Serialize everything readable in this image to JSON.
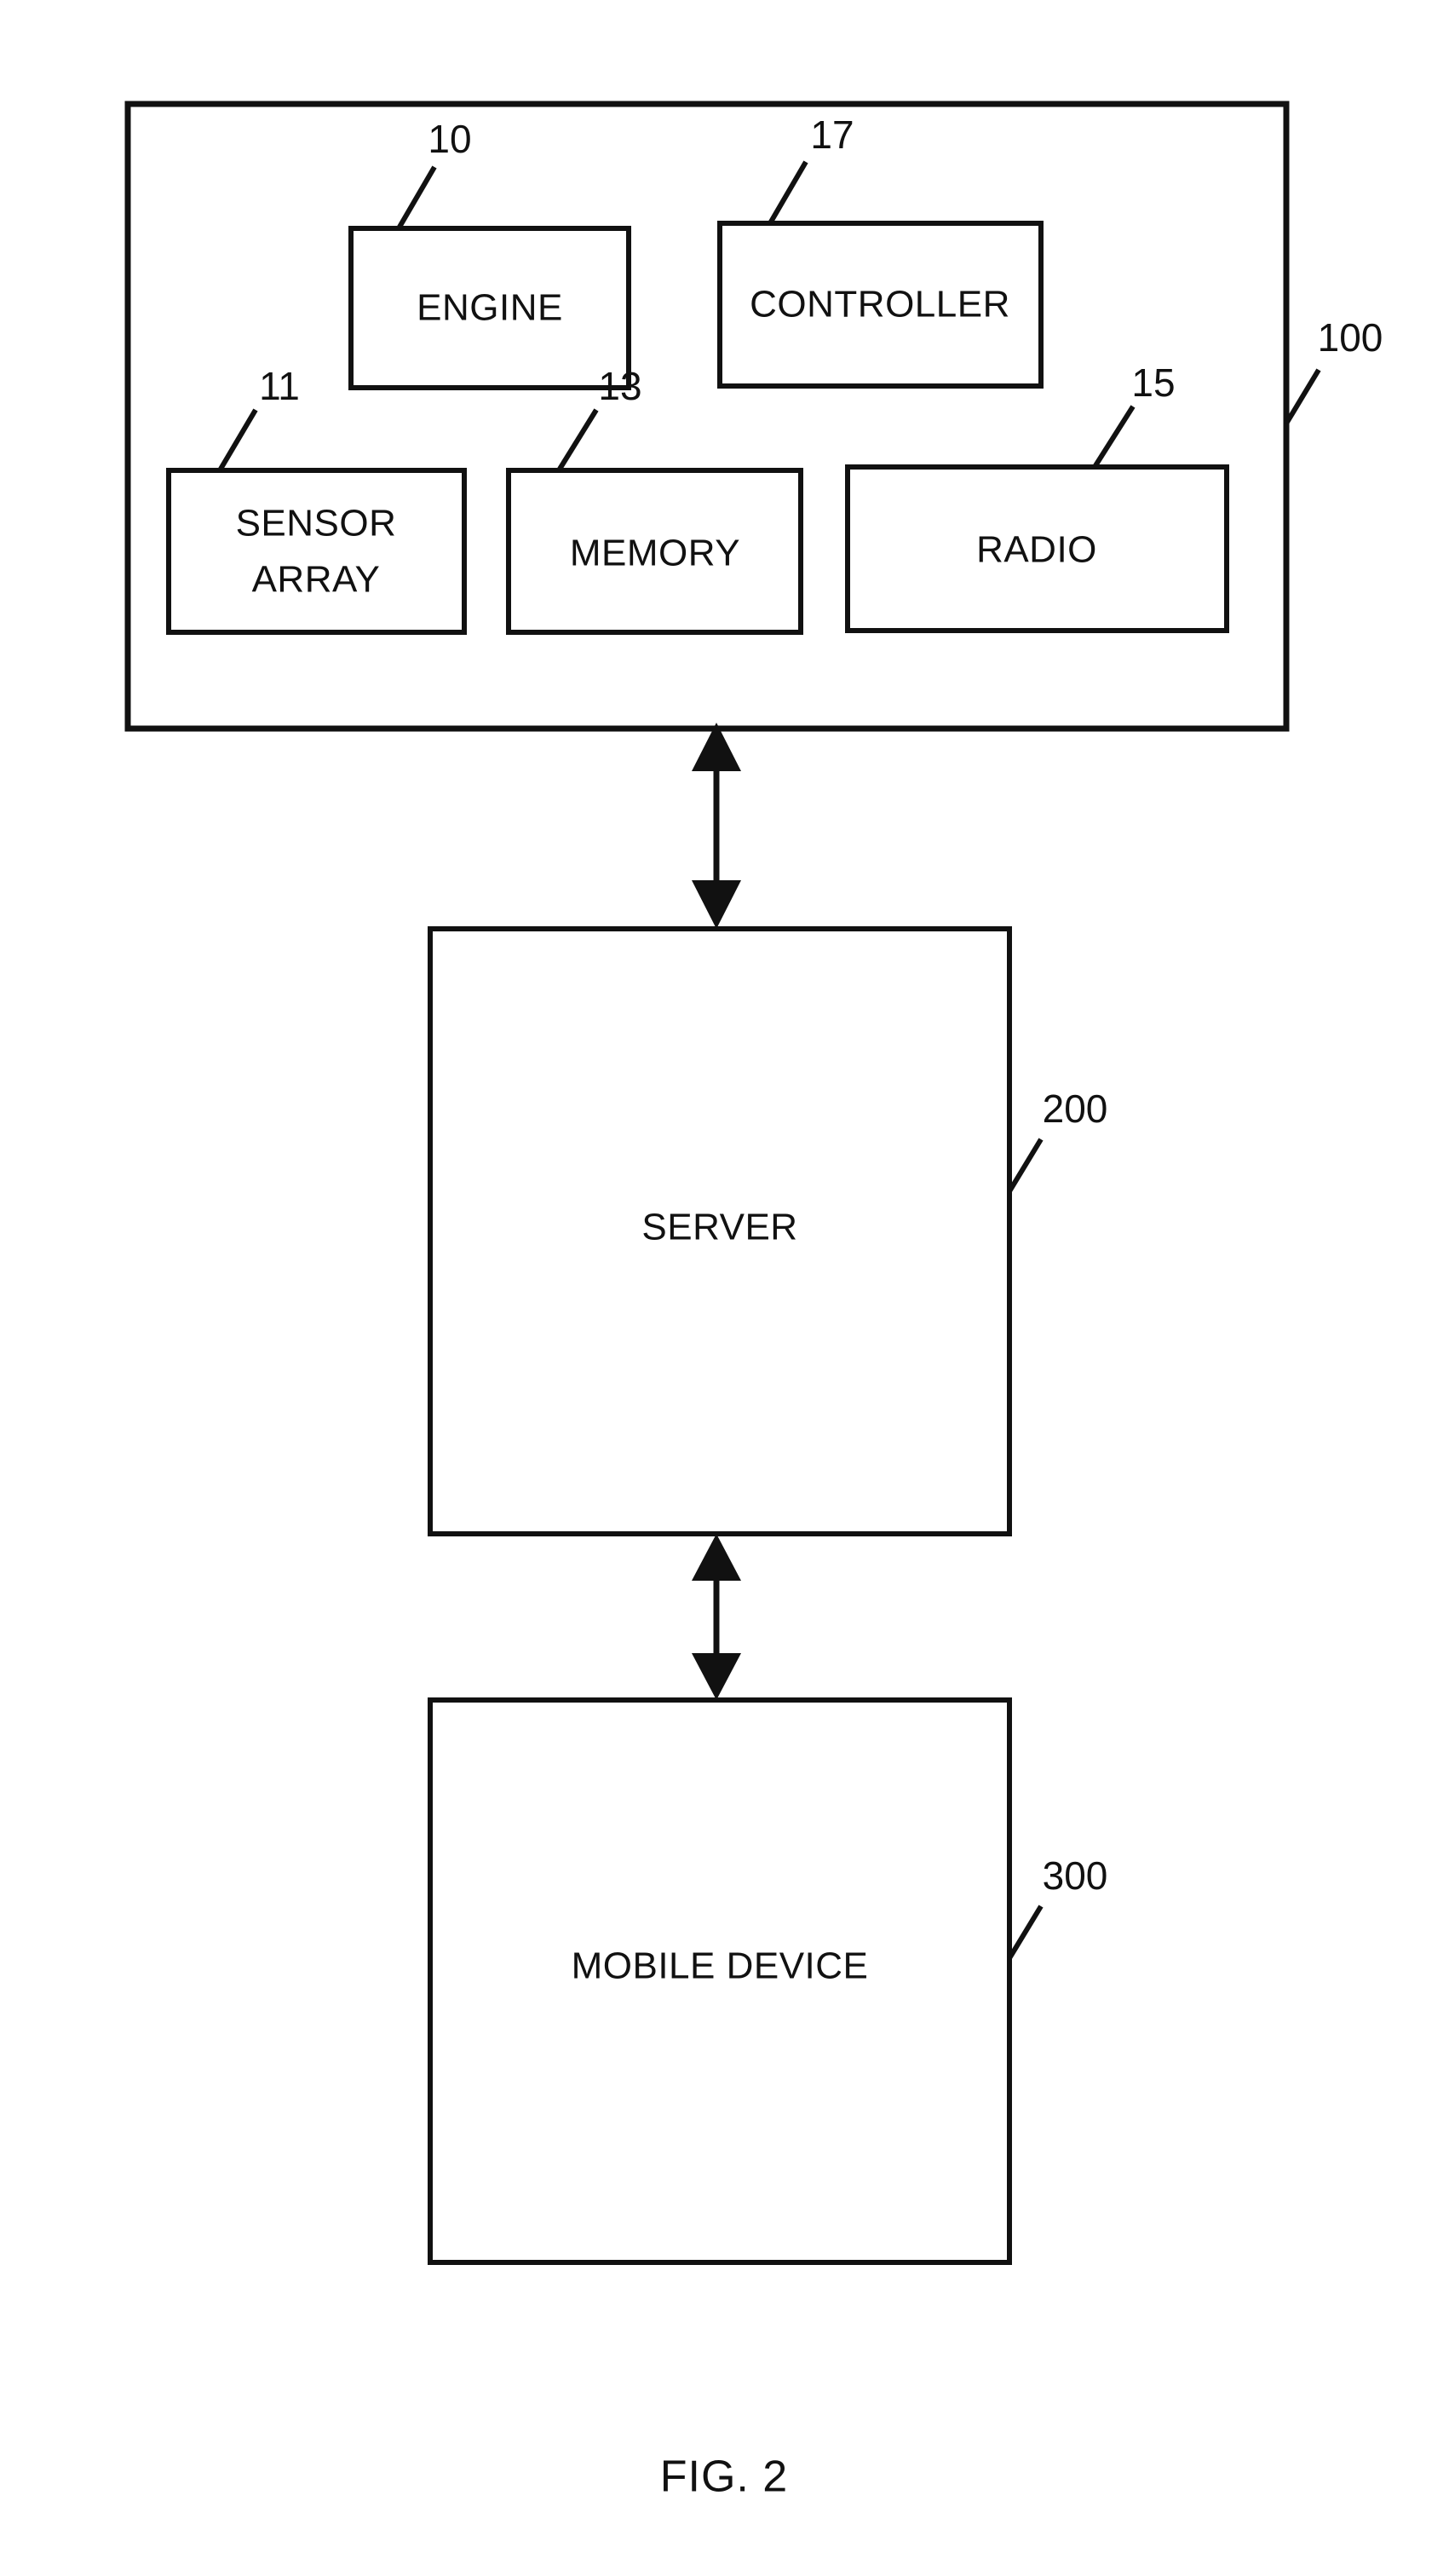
{
  "figure": {
    "caption": "FIG. 2",
    "type": "patent-block-diagram"
  },
  "system_box": {
    "ref": "100",
    "children": [
      {
        "name": "engine",
        "label": "ENGINE",
        "ref": "10"
      },
      {
        "name": "controller",
        "label": "CONTROLLER",
        "ref": "17"
      },
      {
        "name": "sensor-array",
        "label_line1": "SENSOR",
        "label_line2": "ARRAY",
        "ref": "11"
      },
      {
        "name": "memory",
        "label": "MEMORY",
        "ref": "13"
      },
      {
        "name": "radio",
        "label": "RADIO",
        "ref": "15"
      }
    ]
  },
  "server_box": {
    "label": "SERVER",
    "ref": "200"
  },
  "mobile_box": {
    "label": "MOBILE DEVICE",
    "ref": "300"
  },
  "connectors": [
    {
      "name": "system-to-server",
      "style": "double-arrow"
    },
    {
      "name": "server-to-mobile",
      "style": "double-arrow"
    }
  ],
  "colors": {
    "line": "#111111",
    "fill": "#ffffff",
    "background": "#ffffff"
  }
}
